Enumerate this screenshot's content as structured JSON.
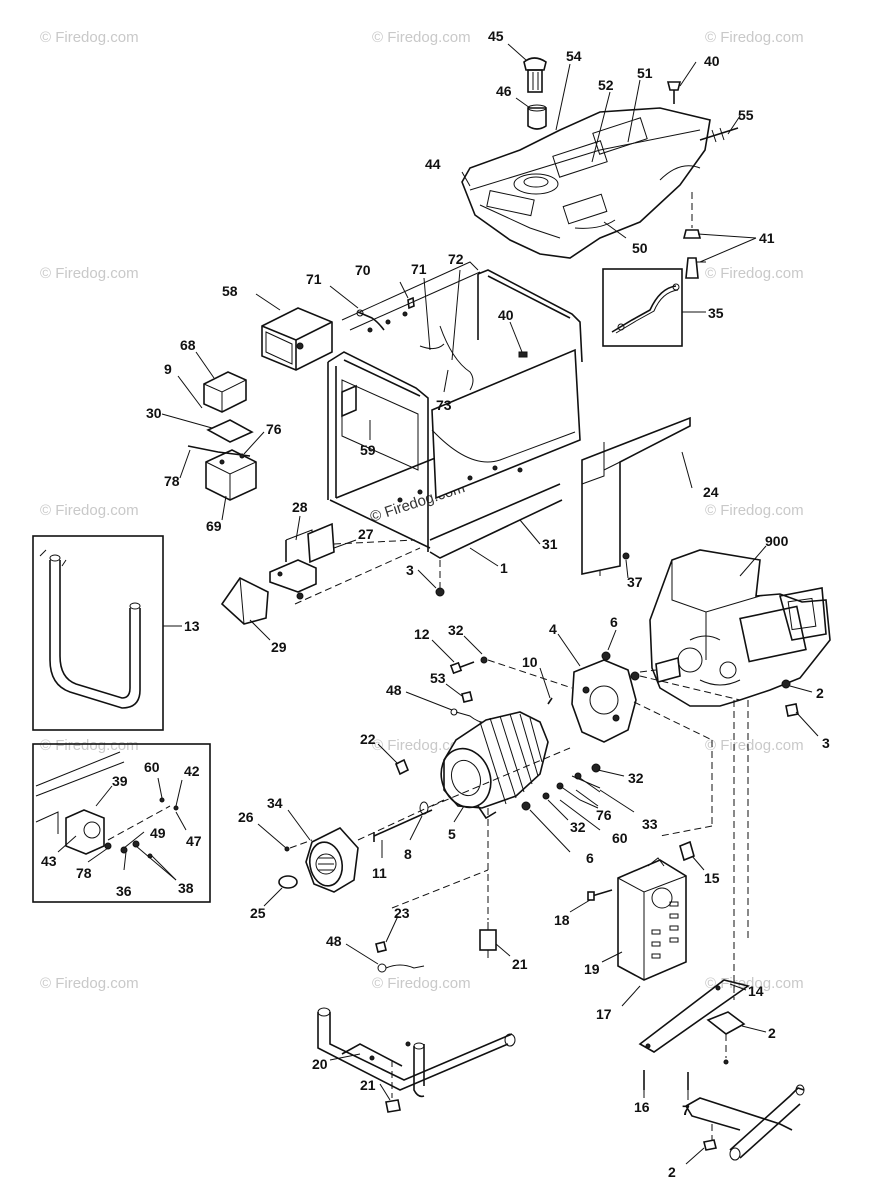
{
  "watermark": {
    "brand": "© Firedog.com",
    "center_text": "© Firedog.com"
  },
  "callouts": {
    "c45": "45",
    "c54": "54",
    "c40a": "40",
    "c46": "46",
    "c52": "52",
    "c51": "51",
    "c55": "55",
    "c44": "44",
    "c50": "50",
    "c41": "41",
    "c35": "35",
    "c58": "58",
    "c71a": "71",
    "c70": "70",
    "c71b": "71",
    "c72": "72",
    "c40b": "40",
    "c73": "73",
    "c59": "59",
    "c68": "68",
    "c9": "9",
    "c30": "30",
    "c76a": "76",
    "c78a": "78",
    "c69": "69",
    "c24": "24",
    "c28": "28",
    "c27": "27",
    "c31": "31",
    "c1": "1",
    "c3a": "3",
    "c37": "37",
    "c900": "900",
    "c13": "13",
    "c29": "29",
    "c12": "12",
    "c32a": "32",
    "c4": "4",
    "c6a": "6",
    "c10": "10",
    "c2a": "2",
    "c53": "53",
    "c48a": "48",
    "c3b": "3",
    "c22": "22",
    "c32b": "32",
    "c60a": "60",
    "c42": "42",
    "c39": "39",
    "c49": "49",
    "c47": "47",
    "c43": "43",
    "c78b": "78",
    "c36": "36",
    "c38": "38",
    "c34": "34",
    "c26": "26",
    "c8": "8",
    "c5": "5",
    "c32c": "32",
    "c76b": "76",
    "c33": "33",
    "c60b": "60",
    "c6b": "6",
    "c11": "11",
    "c15": "15",
    "c25": "25",
    "c18": "18",
    "c23": "23",
    "c48b": "48",
    "c21a": "21",
    "c19": "19",
    "c14": "14",
    "c17": "17",
    "c2b": "2",
    "c20": "20",
    "c21b": "21",
    "c16": "16",
    "c7": "7",
    "c2c": "2"
  }
}
